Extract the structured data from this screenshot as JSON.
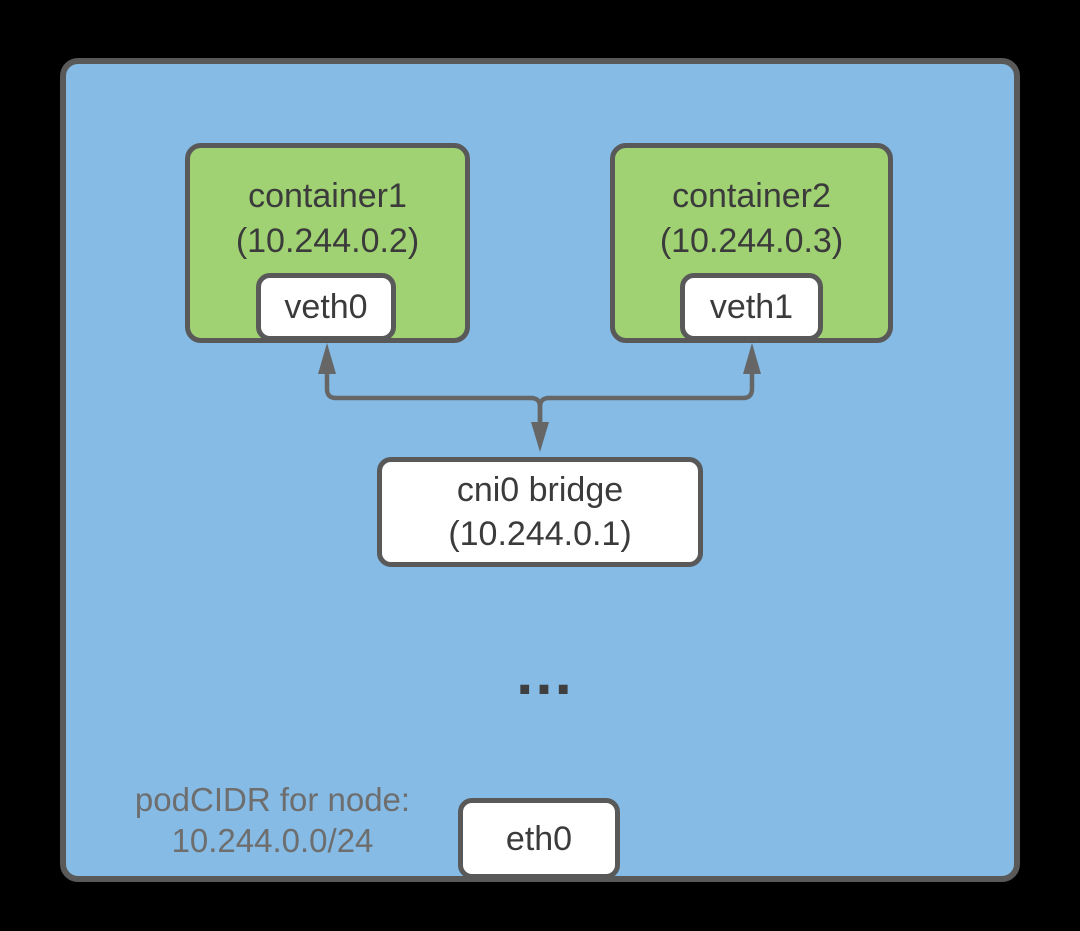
{
  "node": {
    "pod_cidr": {
      "label": "podCIDR for node:",
      "value": "10.244.0.0/24"
    },
    "ellipsis": "...",
    "bridge": {
      "name": "cni0 bridge",
      "ip": "(10.244.0.1)"
    },
    "external_interface": {
      "label": "eth0"
    },
    "containers": [
      {
        "name": "container1",
        "ip": "(10.244.0.2)",
        "veth": "veth0"
      },
      {
        "name": "container2",
        "ip": "(10.244.0.3)",
        "veth": "veth1"
      }
    ]
  },
  "colors": {
    "background": "#000000",
    "node_fill": "#85BBE4",
    "container_fill": "#A0D273",
    "box_fill": "#FFFFFF",
    "box_border": "#595959",
    "connector": "#666666",
    "label_text": "#3B3B3B",
    "cidr_text": "#6E6E6E"
  }
}
